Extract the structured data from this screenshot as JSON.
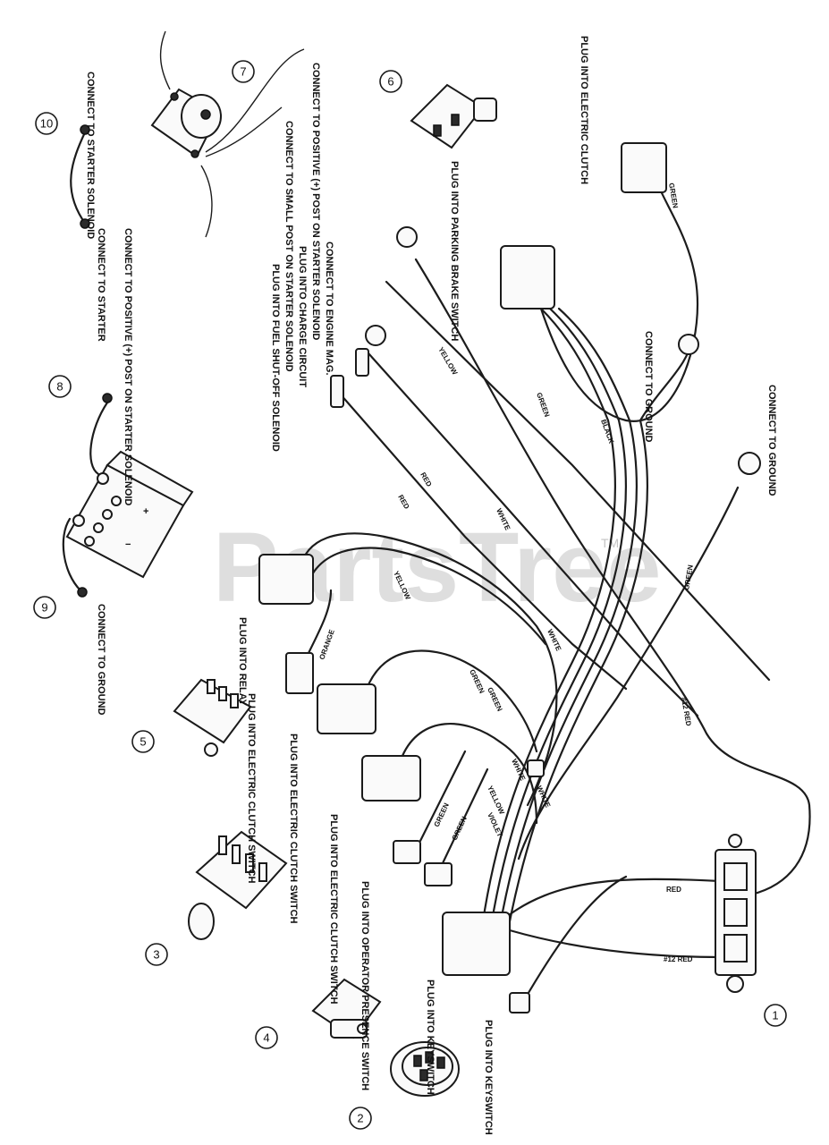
{
  "watermark": {
    "text": "PartsTree",
    "tm": "TM"
  },
  "callouts": [
    "1",
    "2",
    "3",
    "4",
    "5",
    "6",
    "7",
    "8",
    "9",
    "10"
  ],
  "labels": {
    "connect_starter_solenoid": "CONNECT TO STARTER SOLENOID",
    "connect_positive_post": "CONNECT TO POSITIVE (+) POST ON STARTER SOLENOID",
    "connect_small_post": "CONNECT TO SMALL POST ON STARTER SOLENOID",
    "connect_to_starter": "CONNECT TO STARTER",
    "parking_brake": "PLUG INTO PARKING BRAKE SWITCH",
    "electric_clutch_top": "PLUG INTO ELECTRIC CLUTCH",
    "connect_engine_mag": "CONNECT TO ENGINE MAG.",
    "plug_charge_circuit": "PLUG INTO CHARGE CIRCUIT",
    "shut_off_solenoid": "PLUG INTO FUEL SHUT-OFF SOLENOID",
    "connect_to_ground_right": "CONNECT TO GROUND",
    "connect_to_ground_top": "CONNECT TO GROUND",
    "battery_positive_post": "CONNECT TO POSITIVE (+) POST ON STARTER SOLENOID",
    "connect_to_ground_left": "CONNECT TO GROUND",
    "plug_relay": "PLUG INTO RELAY",
    "plug_clutch_switch_1": "PLUG INTO ELECTRIC CLUTCH SWITCH",
    "plug_clutch_switch_2": "PLUG INTO ELECTRIC CLUTCH SWITCH",
    "plug_clutch_switch_3": "PLUG INTO ELECTRIC CLUTCH SWITCH",
    "operator_presence": "PLUG INTO OPERATOR PRESENCE SWITCH",
    "keyswitch_1": "PLUG INTO KEYSWITCH",
    "keyswitch_2": "PLUG INTO KEYSWITCH"
  },
  "wire_colors": {
    "yellow_1": "YELLOW",
    "green_1": "GREEN",
    "black": "BLACK",
    "red_1": "RED",
    "red_2": "RED",
    "white_1": "WHITE",
    "yellow_2": "YELLOW",
    "white_2": "WHITE",
    "green_2": "GREEN",
    "red_12_a": "#12 RED",
    "green_3": "GREEN",
    "orange": "ORANGE",
    "white_3": "WHITE",
    "yellow_3": "YELLOW",
    "green_4": "GREEN",
    "green_5": "GREEN",
    "violet": "VIOLET",
    "red_3": "RED",
    "red_12_b": "#12 RED",
    "green_6": "GREEN",
    "green_7": "GREEN",
    "white_4": "WHITE"
  },
  "battery_symbols": {
    "plus": "+",
    "minus": "−"
  }
}
